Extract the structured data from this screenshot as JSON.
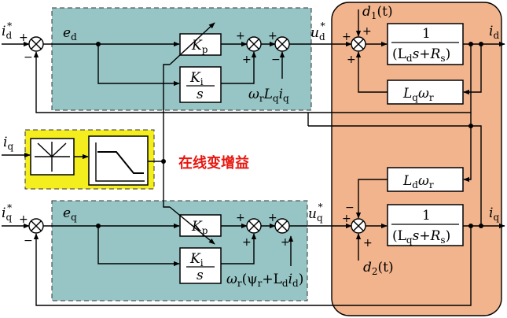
{
  "colors": {
    "controller_panel": "#97c4c4",
    "plant_panel": "#f2b48d",
    "scheduler_panel": "#f4ee1e",
    "highlight_text": "#e8160e"
  },
  "labels": {
    "id_ref": "i",
    "id_ref_sub": "d",
    "id_ref_sup": "*",
    "iq_ref": "i",
    "iq_ref_sub": "q",
    "iq_ref_sup": "*",
    "ed": "e",
    "ed_sub": "d",
    "eq": "e",
    "eq_sub": "q",
    "kp": "K",
    "kp_sub": "p",
    "ki": "K",
    "ki_sub": "i",
    "s": "s",
    "ud_ref": "u",
    "ud_ref_sub": "d",
    "ud_ref_sup": "*",
    "uq_ref": "u",
    "uq_ref_sub": "q",
    "uq_ref_sup": "*",
    "d1": "d",
    "d1_sub": "1",
    "d1_arg": "(t)",
    "d2": "d",
    "d2_sub": "2",
    "d2_arg": "(t)",
    "id_out": "i",
    "id_out_sub": "d",
    "iq_out": "i",
    "iq_out_sub": "q",
    "iq_in": "i",
    "iq_in_sub": "q",
    "plant_d_num": "1",
    "plant_d_den": "(L",
    "plant_d_den_sub": "d",
    "plant_d_den_rest": "s+R",
    "plant_d_den_sub2": "s",
    "plant_d_den_end": ")",
    "plant_q_num": "1",
    "plant_q_den": "(L",
    "plant_q_den_sub": "q",
    "plant_q_den_rest": "s+R",
    "plant_q_den_sub2": "s",
    "plant_q_den_end": ")",
    "lq_w": "L",
    "lq_w_sub": "q",
    "lq_w_rest": "ω",
    "lq_w_sub2": "r",
    "ld_w": "L",
    "ld_w_sub": "d",
    "ld_w_rest": "ω",
    "ld_w_sub2": "r",
    "ff_d_w": "ω",
    "ff_d_w_sub": "r",
    "ff_d_l": "L",
    "ff_d_l_sub": "q",
    "ff_d_i": "i",
    "ff_d_i_sub": "q",
    "ff_q_w": "ω",
    "ff_q_w_sub": "r",
    "ff_q_open": "(ψ",
    "ff_q_psi_sub": "r",
    "ff_q_plus": "+L",
    "ff_q_l_sub": "d",
    "ff_q_i": "i",
    "ff_q_i_sub": "d",
    "ff_q_close": ")",
    "online_gain": "在线变增益",
    "plus": "+",
    "minus": "−"
  }
}
